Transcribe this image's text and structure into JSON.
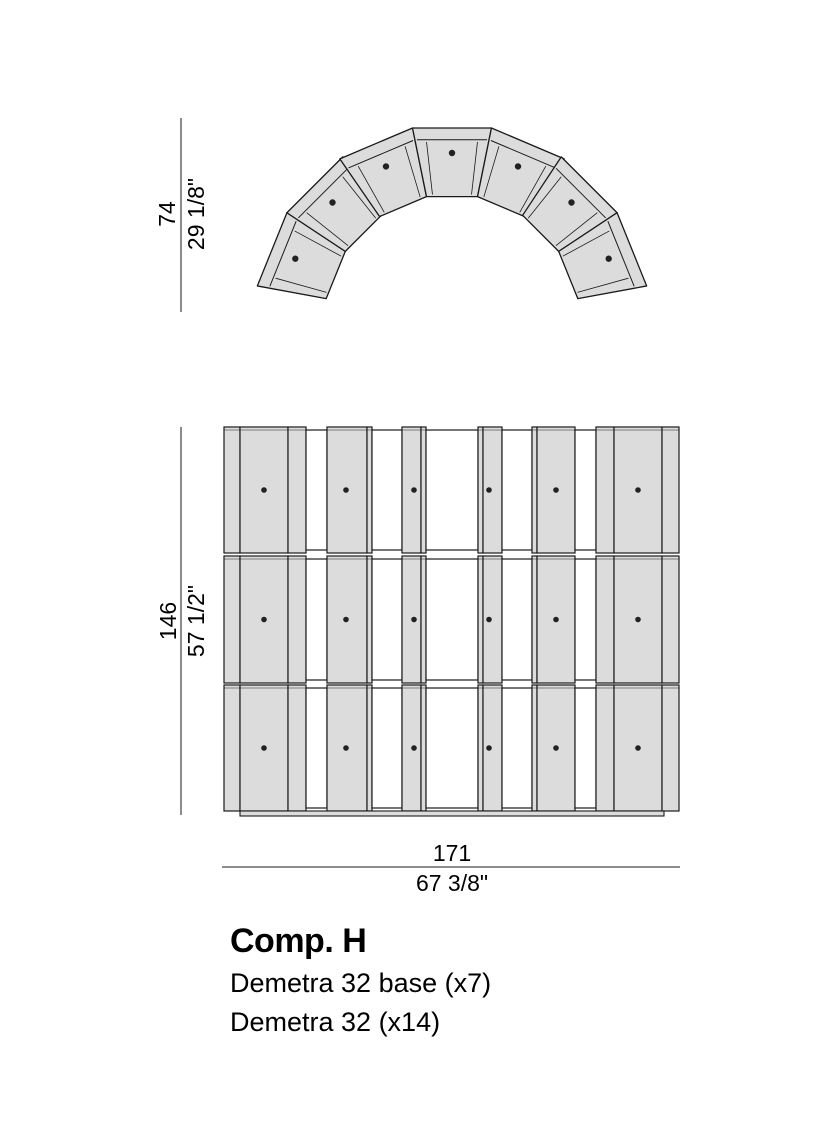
{
  "plan_view": {
    "depth_cm": "74",
    "depth_in": "29 1/8\""
  },
  "front_view": {
    "height_cm": "146",
    "height_in": "57 1/2\"",
    "width_cm": "171",
    "width_in": "67 3/8\""
  },
  "caption": {
    "title": "Comp. H",
    "items": [
      "Demetra 32 base (x7)",
      "Demetra 32 (x14)"
    ]
  },
  "colors": {
    "module_fill": "#dcdcdc",
    "line": "#1a1a1a",
    "background": "#ffffff"
  }
}
